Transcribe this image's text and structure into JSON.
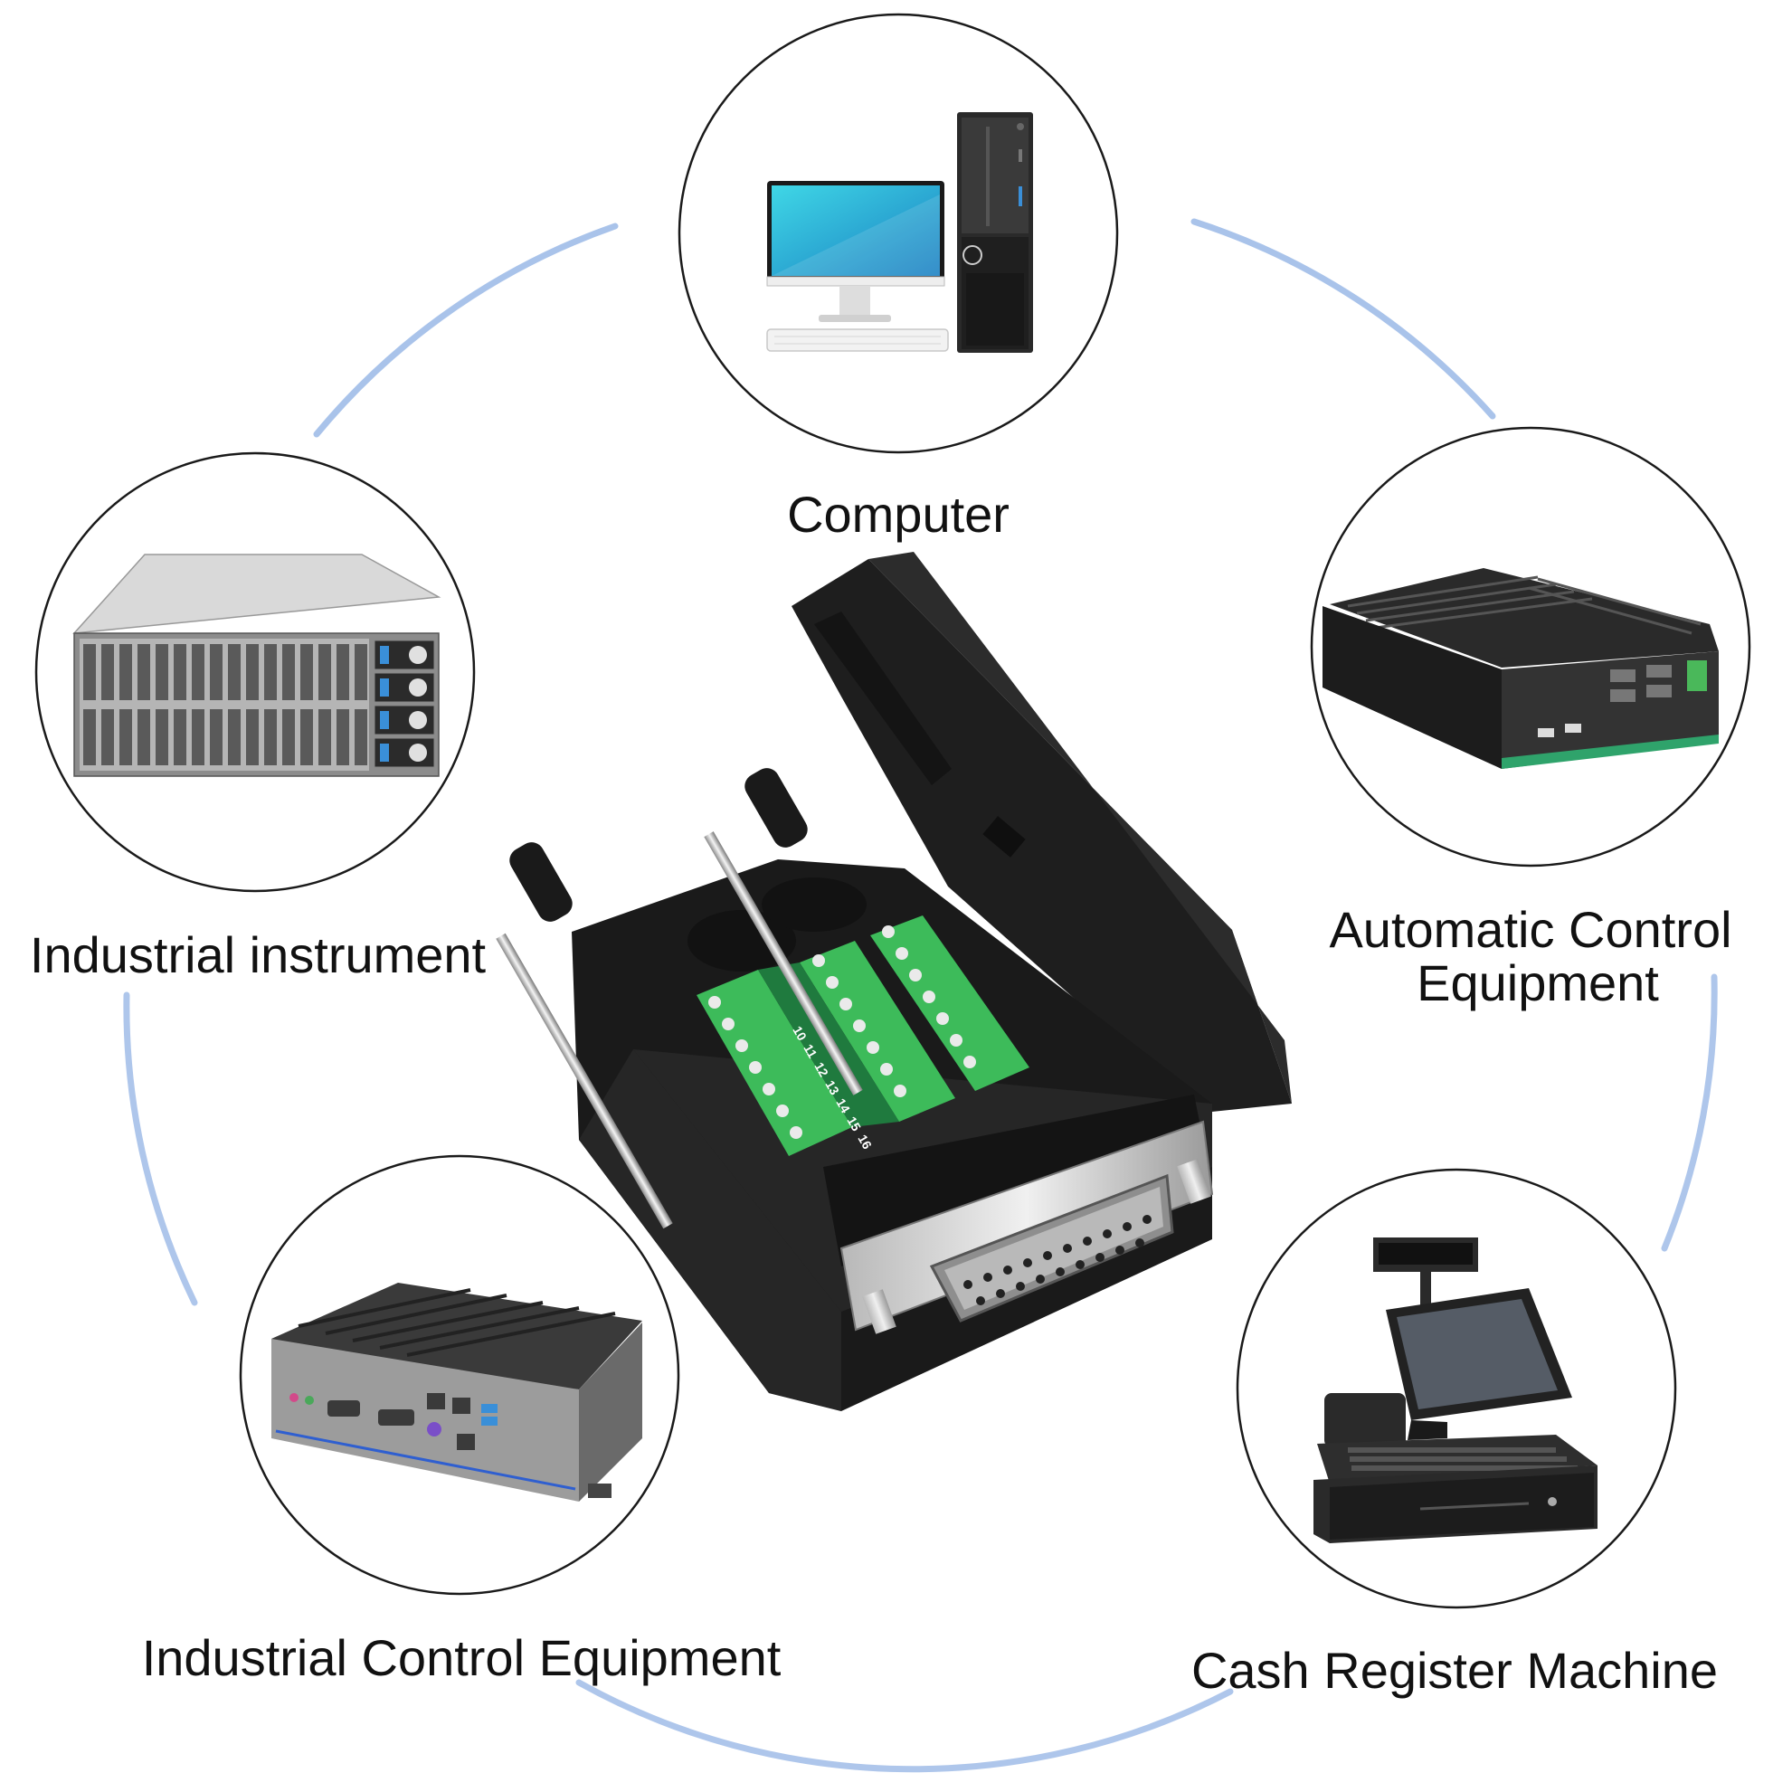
{
  "applications": [
    {
      "id": "computer",
      "label": "Computer",
      "icon": "desktop-computer-icon"
    },
    {
      "id": "industrial-instrument",
      "label": "Industrial instrument",
      "icon": "rack-server-icon"
    },
    {
      "id": "automatic-control",
      "label_line1": "Automatic Control",
      "label_line2": "Equipment",
      "icon": "fanless-pc-icon"
    },
    {
      "id": "industrial-control",
      "label": "Industrial Control Equipment",
      "icon": "industrial-pc-icon"
    },
    {
      "id": "cash-register",
      "label": "Cash Register Machine",
      "icon": "pos-terminal-icon"
    }
  ],
  "product": {
    "icon": "db25-terminal-breakout-icon",
    "pin_labels": [
      "10",
      "11",
      "12",
      "13",
      "14",
      "15",
      "16"
    ]
  },
  "colors": {
    "ring": "#9ab8e6",
    "circle_stroke": "#1a1a1a",
    "terminal_green": "#3dbb5a",
    "housing_black": "#1c1c1c"
  }
}
